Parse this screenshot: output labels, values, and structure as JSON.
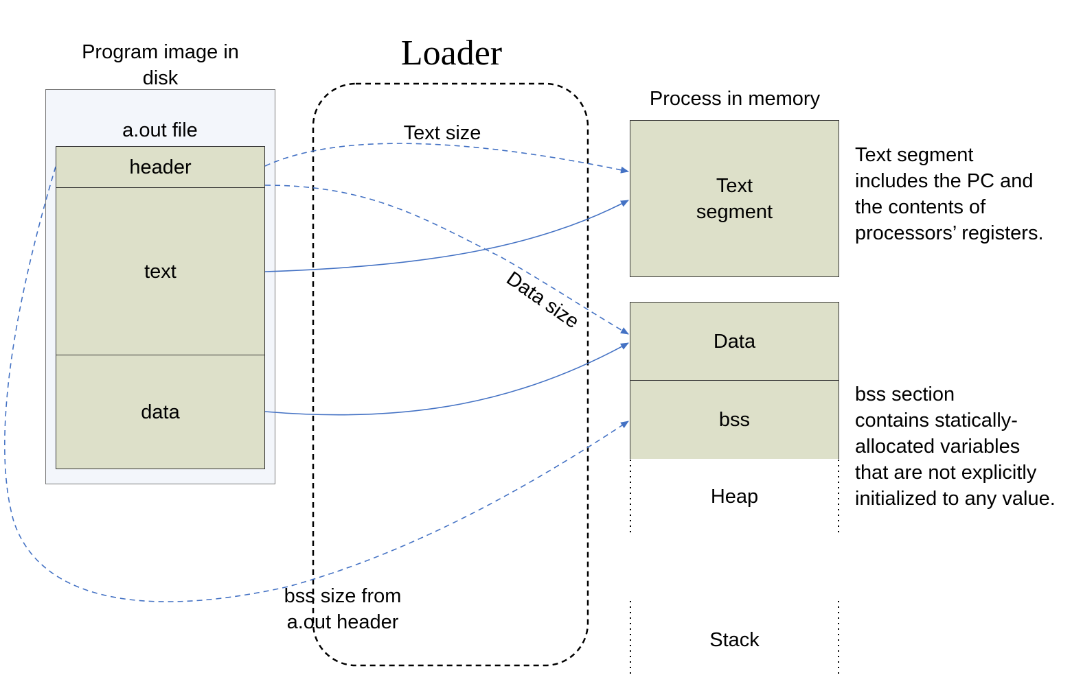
{
  "disk": {
    "title": "Program image in disk",
    "file_label": "a.out file",
    "sections": [
      "header",
      "text",
      "data"
    ]
  },
  "loader": {
    "title": "Loader",
    "text_size": "Text size",
    "data_size": "Data size",
    "bss_size_line1": "bss size from",
    "bss_size_line2": "a.out header"
  },
  "memory": {
    "title": "Process in memory",
    "text_segment_line1": "Text",
    "text_segment_line2": "segment",
    "data": "Data",
    "bss": "bss",
    "heap": "Heap",
    "stack": "Stack"
  },
  "notes": {
    "text_segment": [
      "Text segment",
      "includes the PC and",
      "the contents of",
      "processors’ registers."
    ],
    "bss_section": [
      "bss section",
      "contains statically-",
      "allocated variables",
      "that are not explicitly",
      "initialized to any value."
    ]
  },
  "colors": {
    "block_fill": "#dde0c9",
    "arrow": "#4472c4",
    "container_fill": "#f3f6fb"
  }
}
